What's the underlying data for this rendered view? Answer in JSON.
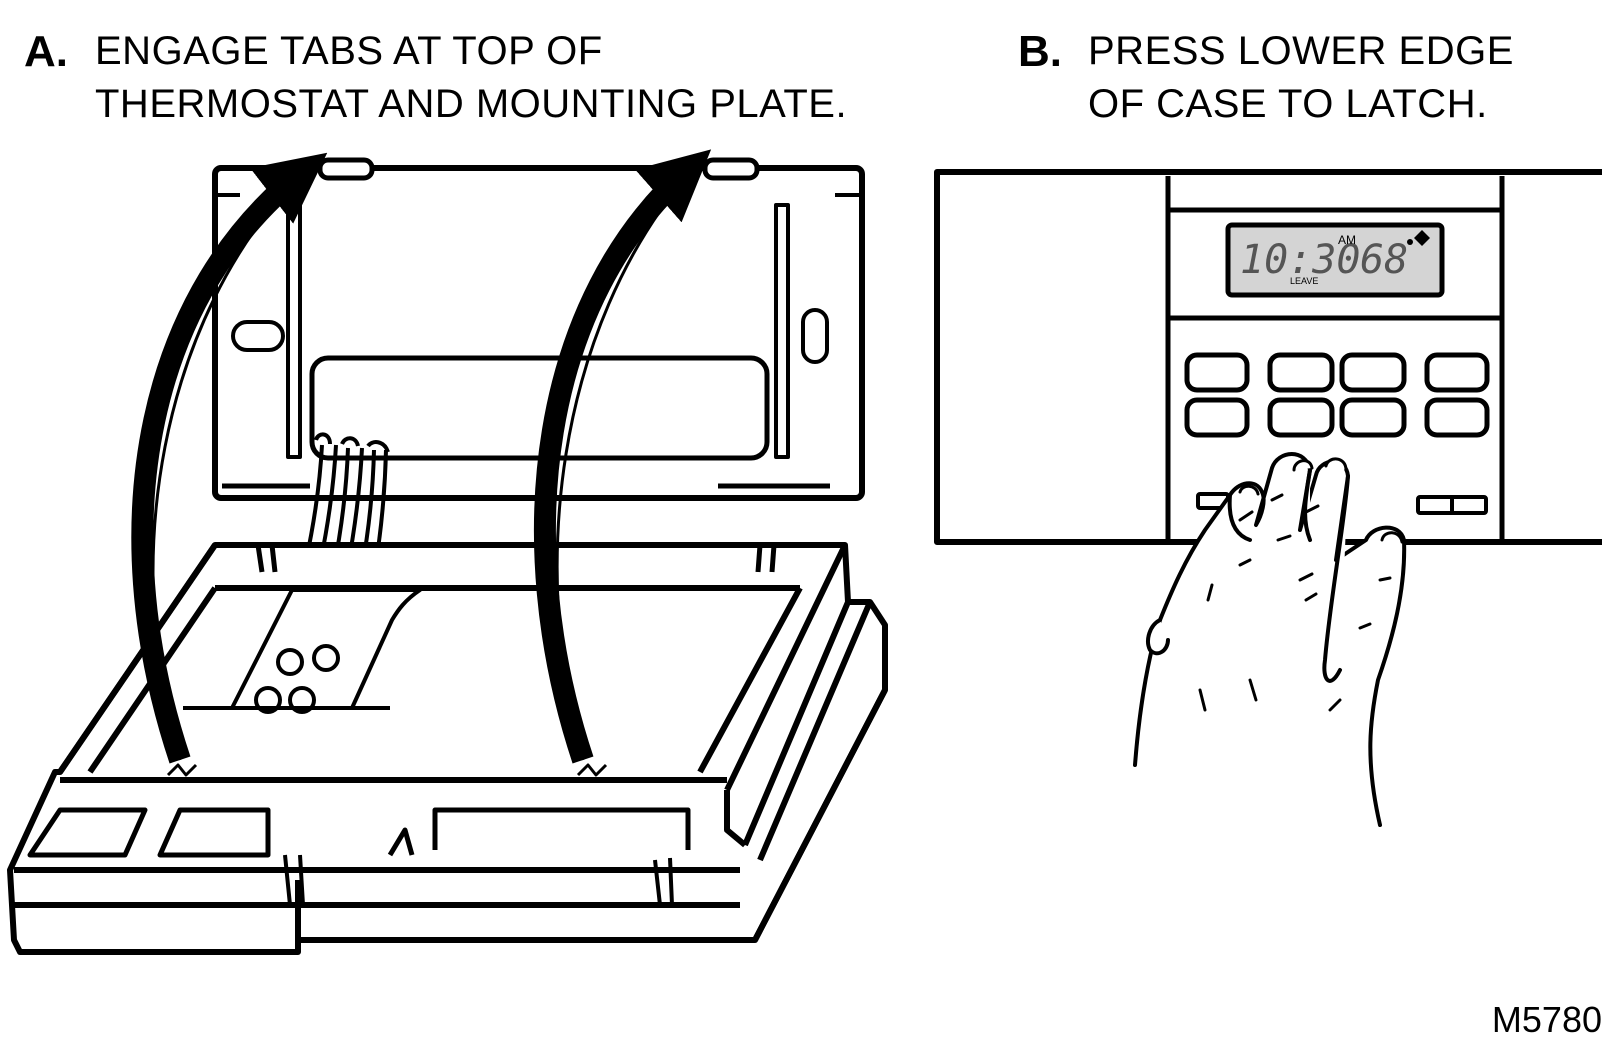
{
  "step_a": {
    "letter": "A.",
    "lines": [
      "ENGAGE TABS AT TOP OF",
      "THERMOSTAT AND MOUNTING PLATE."
    ]
  },
  "step_b": {
    "letter": "B.",
    "lines": [
      "PRESS LOWER EDGE",
      "OF CASE TO LATCH."
    ]
  },
  "display": {
    "time": "10:30",
    "ampm": "AM",
    "temperature": "68",
    "mode": "LEAVE"
  },
  "figure_code": "M5780",
  "icons": [
    "curved-arrow-icon",
    "curved-arrow-icon",
    "hand-icon"
  ]
}
